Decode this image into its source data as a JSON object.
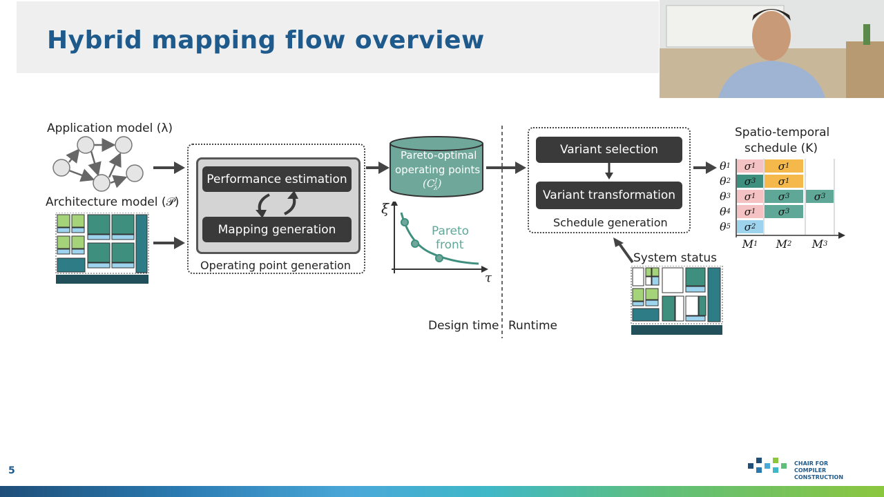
{
  "slide": {
    "title": "Hybrid mapping flow overview",
    "page_number": "5"
  },
  "labels": {
    "application_model": "Application model (λ)",
    "architecture_model": "Architecture model (𝒫)",
    "performance_estimation": "Performance estimation",
    "mapping_generation": "Mapping generation",
    "operating_point_generation": "Operating point generation",
    "pareto_db_line1": "Pareto-optimal",
    "pareto_db_line2": "operating points",
    "pareto_db_line3": "(C",
    "pareto_db_sup": "J",
    "pareto_db_sub": "λ",
    "pareto_db_close": ")",
    "pareto_front_1": "Pareto",
    "pareto_front_2": "front",
    "axis_xi": "ξ",
    "axis_tau": "τ",
    "design_time": "Design time",
    "runtime": "Runtime",
    "variant_selection": "Variant selection",
    "variant_transformation": "Variant transformation",
    "schedule_generation": "Schedule generation",
    "system_status": "System status",
    "schedule_title_1": "Spatio-temporal",
    "schedule_title_2": "schedule (K)"
  },
  "schedule": {
    "rows": [
      "θ1",
      "θ2",
      "θ3",
      "θ4",
      "θ5"
    ],
    "row_labels": [
      [
        "θ",
        "1"
      ],
      [
        "θ",
        "2"
      ],
      [
        "θ",
        "3"
      ],
      [
        "θ",
        "4"
      ],
      [
        "θ",
        "5"
      ]
    ],
    "columns": [
      [
        "M",
        "1"
      ],
      [
        "M",
        "2"
      ],
      [
        "M",
        "3"
      ]
    ],
    "cells": [
      {
        "row": 0,
        "col": 0,
        "span": 1,
        "sym": "σ",
        "sub": "1",
        "color": "#f4c2c2"
      },
      {
        "row": 0,
        "col": 1,
        "span": 1,
        "sym": "σ",
        "sub": "1",
        "color": "#f5b84a"
      },
      {
        "row": 1,
        "col": 0,
        "span": 1,
        "sym": "σ",
        "sub": "3",
        "color": "#3f8f7f"
      },
      {
        "row": 1,
        "col": 1,
        "span": 1,
        "sym": "σ",
        "sub": "1",
        "color": "#f5b84a"
      },
      {
        "row": 2,
        "col": 0,
        "span": 1,
        "sym": "σ",
        "sub": "1",
        "color": "#f4c2c2"
      },
      {
        "row": 2,
        "col": 1,
        "span": 1,
        "sym": "σ",
        "sub": "3",
        "color": "#5fa898"
      },
      {
        "row": 2,
        "col": 2,
        "span": 1,
        "sym": "σ",
        "sub": "3",
        "color": "#5fa898"
      },
      {
        "row": 3,
        "col": 0,
        "span": 1,
        "sym": "σ",
        "sub": "1",
        "color": "#f4c2c2"
      },
      {
        "row": 3,
        "col": 1,
        "span": 1,
        "sym": "σ",
        "sub": "3",
        "color": "#5fa898"
      },
      {
        "row": 4,
        "col": 0,
        "span": 1,
        "sym": "σ",
        "sub": "2",
        "color": "#9ed3ee"
      }
    ]
  },
  "logo": {
    "line1": "CHAIR FOR",
    "line2": "COMPILER",
    "line3": "CONSTRUCTION"
  },
  "colors": {
    "title": "#1f5a8c",
    "teal": "#3f8f7f",
    "teal_light": "#6fa89a",
    "box_dark": "#3a3a3a"
  }
}
